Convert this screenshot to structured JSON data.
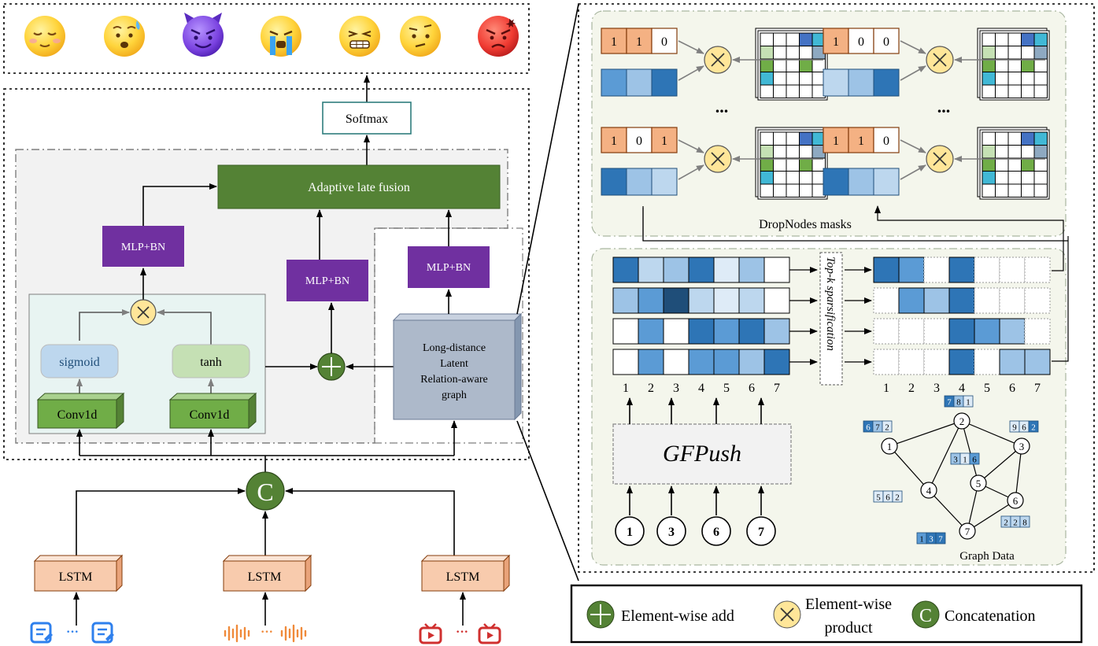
{
  "softmax_label": "Softmax",
  "fusion_label": "Adaptive late fusion",
  "mlp_label": "MLP+BN",
  "sigmoid_label": "sigmoid",
  "tanh_label": "tanh",
  "conv_label": "Conv1d",
  "graph_label_lines": [
    "Long-distance",
    "Latent",
    "Relation-aware",
    "graph"
  ],
  "concat_symbol": "C",
  "lstm_label": "LSTM",
  "ellipsis": "···",
  "dropnodes_label": "DropNodes masks",
  "dots": "...",
  "topk_label": "Top-k sparsification",
  "gfpush_label": "GFPush",
  "graph_data_label": "Graph Data",
  "column_indices": [
    "1",
    "2",
    "3",
    "4",
    "5",
    "6",
    "7"
  ],
  "input_nodes": [
    "1",
    "3",
    "6",
    "7"
  ],
  "mask_rows": [
    [
      "1",
      "1",
      "0"
    ],
    [
      "1",
      "0",
      "0"
    ],
    [
      "1",
      "0",
      "1"
    ],
    [
      "1",
      "1",
      "0"
    ]
  ],
  "graph_nodes": [
    "1",
    "2",
    "3",
    "4",
    "5",
    "6",
    "7"
  ],
  "graph_node_features": [
    {
      "node": "1",
      "values": [
        "6",
        "7",
        "2"
      ]
    },
    {
      "node": "2",
      "values": [
        "7",
        "8",
        "1"
      ]
    },
    {
      "node": "3",
      "values": [
        "9",
        "6",
        "2"
      ]
    },
    {
      "node": "5",
      "values": [
        "3",
        "1",
        "6"
      ]
    },
    {
      "node": "4",
      "values": [
        "5",
        "6",
        "2"
      ]
    },
    {
      "node": "6",
      "values": [
        "2",
        "2",
        "8"
      ]
    },
    {
      "node": "7",
      "values": [
        "1",
        "3",
        "7"
      ]
    }
  ],
  "legend": {
    "add_label": "Element-wise add",
    "product_label_lines": [
      "Element-wise",
      "product"
    ],
    "concat_label": "Concatenation",
    "concat_symbol": "C"
  },
  "emotions": [
    "relieved-face-icon",
    "sweat-smile-face-icon",
    "devil-face-icon",
    "crying-face-icon",
    "grimace-face-icon",
    "confused-face-icon",
    "angry-face-icon"
  ],
  "modality_icons": [
    "text-document-icon",
    "audio-wave-icon",
    "video-play-icon"
  ],
  "colors": {
    "fusion_green": "#548235",
    "mlp_purple": "#7030a0",
    "lstm_orange": "#f8cbad",
    "mask_orange": "#f4b183",
    "product_yellow": "#ffe699",
    "graph_block_blue": "#adb9ca",
    "sigmoid_blue": "#bdd7ee",
    "tanh_green": "#c5e0b4",
    "conv_green": "#70ad47"
  }
}
